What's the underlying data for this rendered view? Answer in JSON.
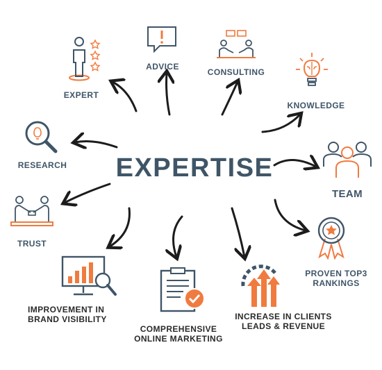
{
  "center": {
    "title": "EXPERTISE"
  },
  "nodes": {
    "expert": "EXPERT",
    "advice": "ADVICE",
    "consulting": "CONSULTING",
    "knowledge": "KNOWLEDGE",
    "research": "RESEARCH",
    "team": "TEAM",
    "trust": "TRUST",
    "proven": [
      "PROVEN TOP3",
      "RANKINGS"
    ],
    "visibility": [
      "IMPROVEMENT IN",
      "BRAND VISIBILITY"
    ],
    "online": [
      "COMPREHENSIVE",
      "ONLINE MARKETING"
    ],
    "clients": [
      "INCREASE IN CLIENTS",
      "LEADS & REVENUE"
    ]
  },
  "colors": {
    "accent": "#f07b3f",
    "dark": "#3f5567",
    "arrow": "#1c1c1c"
  }
}
